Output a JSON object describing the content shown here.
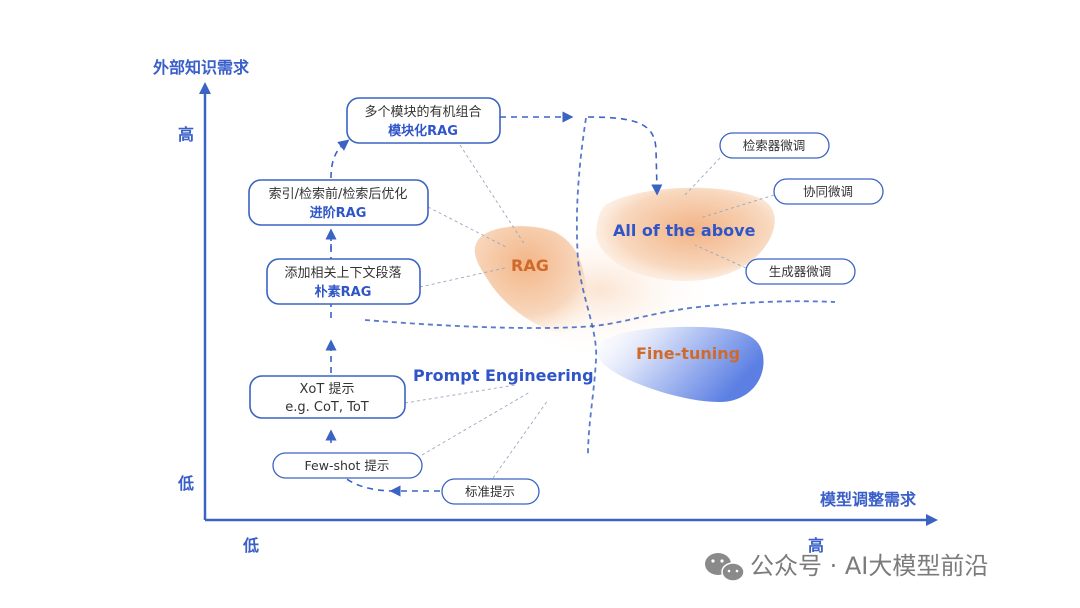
{
  "axes": {
    "y_title": "外部知识需求",
    "y_high": "高",
    "y_low": "低",
    "x_title": "模型调整需求",
    "x_low": "低",
    "x_high": "高"
  },
  "stages": [
    {
      "line1": "多个模块的有机组合",
      "line2": "模块化RAG"
    },
    {
      "line1": "索引/检索前/检索后优化",
      "line2": "进阶RAG"
    },
    {
      "line1": "添加相关上下文段落",
      "line2": "朴素RAG"
    },
    {
      "line1": "XoT 提示",
      "line2": "e.g. CoT, ToT"
    }
  ],
  "pills": {
    "few_shot": "Few-shot 提示",
    "standard": "标准提示",
    "retriever_ft": "检索器微调",
    "collab_ft": "协同微调",
    "generator_ft": "生成器微调"
  },
  "regions": {
    "prompt": "Prompt Engineering",
    "rag": "RAG",
    "all": "All of the above",
    "finetune": "Fine-tuning"
  },
  "colors": {
    "accent_blue": "#3b63c4",
    "label_orange": "#cf6a2a",
    "blob_orange": "#f3b688",
    "blob_blue": "#6f8ee6"
  },
  "watermark": "公众号 · AI大模型前沿"
}
